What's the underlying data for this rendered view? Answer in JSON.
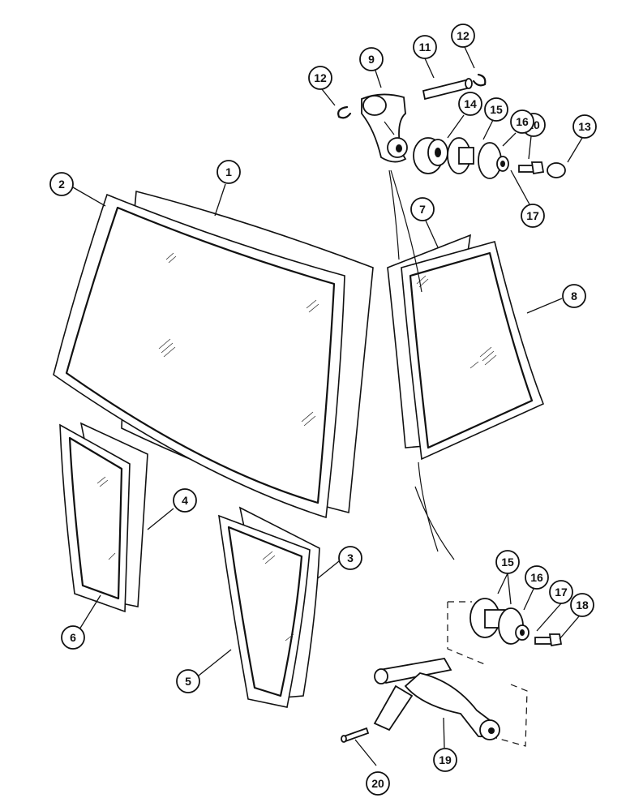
{
  "diagram": {
    "callouts": [
      {
        "id": "c1",
        "label": "1"
      },
      {
        "id": "c2",
        "label": "2"
      },
      {
        "id": "c3",
        "label": "3"
      },
      {
        "id": "c4",
        "label": "4"
      },
      {
        "id": "c5",
        "label": "5"
      },
      {
        "id": "c6",
        "label": "6"
      },
      {
        "id": "c7",
        "label": "7"
      },
      {
        "id": "c8",
        "label": "8"
      },
      {
        "id": "c9",
        "label": "9"
      },
      {
        "id": "c10",
        "label": "10"
      },
      {
        "id": "c11",
        "label": "11"
      },
      {
        "id": "c12a",
        "label": "12"
      },
      {
        "id": "c12b",
        "label": "12"
      },
      {
        "id": "c13",
        "label": "13"
      },
      {
        "id": "c14",
        "label": "14"
      },
      {
        "id": "c15a",
        "label": "15"
      },
      {
        "id": "c15b",
        "label": "15"
      },
      {
        "id": "c16a",
        "label": "16"
      },
      {
        "id": "c16b",
        "label": "16"
      },
      {
        "id": "c17a",
        "label": "17"
      },
      {
        "id": "c17b",
        "label": "17"
      },
      {
        "id": "c18",
        "label": "18"
      },
      {
        "id": "c19",
        "label": "19"
      },
      {
        "id": "c20",
        "label": "20"
      }
    ]
  }
}
